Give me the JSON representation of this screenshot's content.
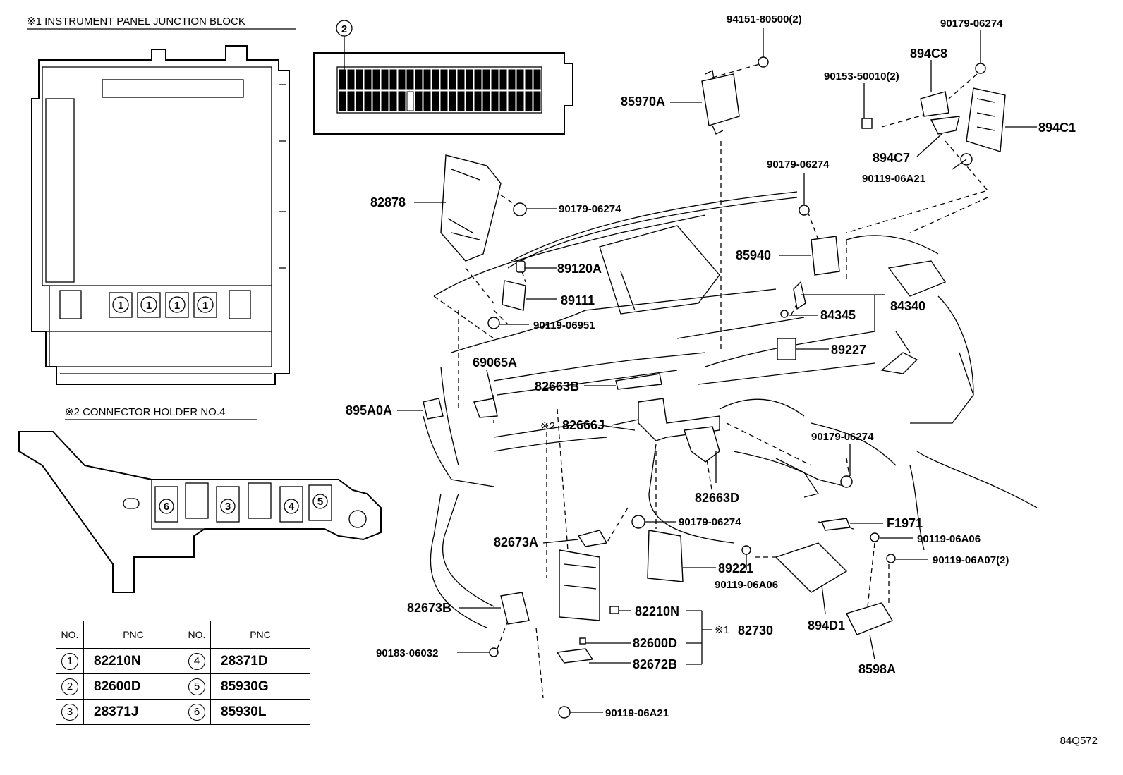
{
  "sections": {
    "junction_block_title": "※1 INSTRUMENT PANEL JUNCTION BLOCK",
    "connector_holder_title": "※2 CONNECTOR HOLDER NO.4"
  },
  "markers": {
    "one": "1",
    "two": "2",
    "three": "3",
    "four": "4",
    "five": "5",
    "six": "6"
  },
  "labels": {
    "p94151": "94151-80500(2)",
    "p90179_a": "90179-06274",
    "p894c8": "894C8",
    "p90153": "90153-50010(2)",
    "p85970a": "85970A",
    "p894c1": "894C1",
    "p894c7": "894C7",
    "p90119_a21_top": "90119-06A21",
    "p90179_b": "90179-06274",
    "p82878": "82878",
    "p90179_c": "90179-06274",
    "p89120a": "89120A",
    "p85940": "85940",
    "p89111": "89111",
    "p84340": "84340",
    "p84345": "84345",
    "p90119_06951": "90119-06951",
    "p89227": "89227",
    "p69065a": "69065A",
    "p82663b": "82663B",
    "p895a0a": "895A0A",
    "p82666j_prefix": "※2",
    "p82666j": "82666J",
    "p90179_d": "90179-06274",
    "p82663d": "82663D",
    "p90179_e": "90179-06274",
    "pf1971": "F1971",
    "p82673a": "82673A",
    "p90119_06a06_r": "90119-06A06",
    "p90119_06a07": "90119-06A07(2)",
    "p89221": "89221",
    "p90119_06a06_l": "90119-06A06",
    "p82673b": "82673B",
    "p82210n": "82210N",
    "p82730_prefix": "※1",
    "p82730": "82730",
    "p894d1": "894D1",
    "p90183": "90183-06032",
    "p82600d": "82600D",
    "p82672b": "82672B",
    "p8598a": "8598A",
    "p90119_a21_bottom": "90119-06A21"
  },
  "table": {
    "headers": [
      "NO.",
      "PNC",
      "NO.",
      "PNC"
    ],
    "rows": [
      {
        "no1": "1",
        "pnc1": "82210N",
        "no2": "4",
        "pnc2": "28371D"
      },
      {
        "no1": "2",
        "pnc1": "82600D",
        "no2": "5",
        "pnc2": "85930G"
      },
      {
        "no1": "3",
        "pnc1": "28371J",
        "no2": "6",
        "pnc2": "85930L"
      }
    ]
  },
  "footer_code": "84Q572"
}
